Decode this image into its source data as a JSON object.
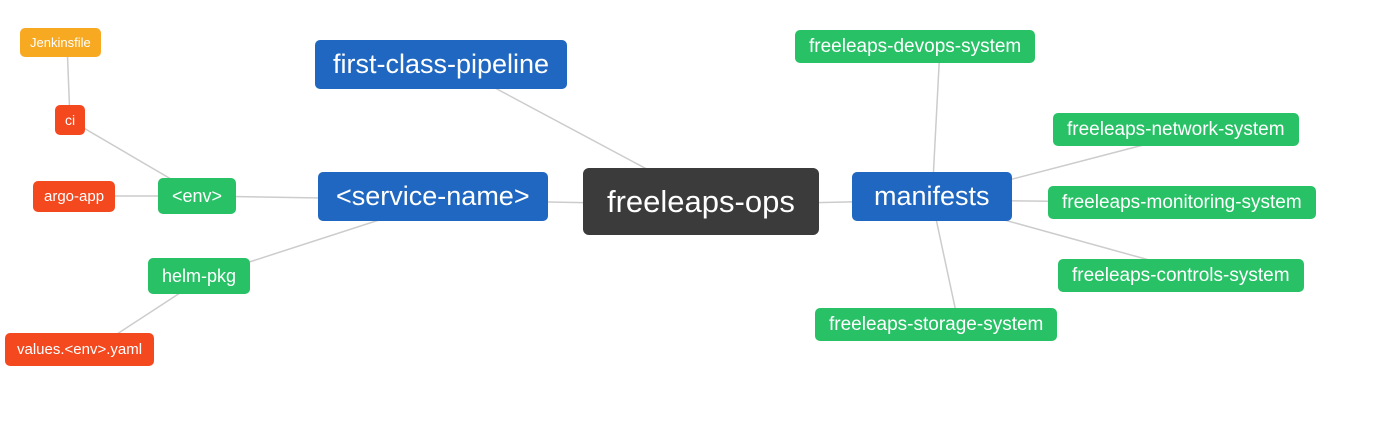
{
  "diagram": {
    "type": "mindmap",
    "root": "freeleaps-ops"
  },
  "palette": {
    "blue": "#1f67c0",
    "green": "#28c166",
    "red": "#f4491f",
    "amber": "#f7a921",
    "dark": "#3b3b3b",
    "edge": "#cccccc"
  },
  "nodes": {
    "jenkinsfile": {
      "label": "Jenkinsfile",
      "color": "#f7a921"
    },
    "ci": {
      "label": "ci",
      "color": "#f4491f"
    },
    "argo_app": {
      "label": "argo-app",
      "color": "#f4491f"
    },
    "env": {
      "label": "<env>",
      "color": "#28c166"
    },
    "helm_pkg": {
      "label": "helm-pkg",
      "color": "#28c166"
    },
    "values_env_yaml": {
      "label": "values.<env>.yaml",
      "color": "#f4491f"
    },
    "first_class_pipeline": {
      "label": "first-class-pipeline",
      "color": "#1f67c0"
    },
    "service_name": {
      "label": "<service-name>",
      "color": "#1f67c0"
    },
    "freeleaps_ops": {
      "label": "freeleaps-ops",
      "color": "#3b3b3b"
    },
    "manifests": {
      "label": "manifests",
      "color": "#1f67c0"
    },
    "devops_system": {
      "label": "freeleaps-devops-system",
      "color": "#28c166"
    },
    "network_system": {
      "label": "freeleaps-network-system",
      "color": "#28c166"
    },
    "monitoring_system": {
      "label": "freeleaps-monitoring-system",
      "color": "#28c166"
    },
    "controls_system": {
      "label": "freeleaps-controls-system",
      "color": "#28c166"
    },
    "storage_system": {
      "label": "freeleaps-storage-system",
      "color": "#28c166"
    }
  },
  "edges": [
    {
      "from": "jenkinsfile",
      "to": "ci"
    },
    {
      "from": "ci",
      "to": "env"
    },
    {
      "from": "argo_app",
      "to": "env"
    },
    {
      "from": "env",
      "to": "service_name"
    },
    {
      "from": "helm_pkg",
      "to": "service_name"
    },
    {
      "from": "values_env_yaml",
      "to": "helm_pkg"
    },
    {
      "from": "first_class_pipeline",
      "to": "freeleaps_ops"
    },
    {
      "from": "service_name",
      "to": "freeleaps_ops"
    },
    {
      "from": "freeleaps_ops",
      "to": "manifests"
    },
    {
      "from": "manifests",
      "to": "devops_system"
    },
    {
      "from": "manifests",
      "to": "network_system"
    },
    {
      "from": "manifests",
      "to": "monitoring_system"
    },
    {
      "from": "manifests",
      "to": "controls_system"
    },
    {
      "from": "manifests",
      "to": "storage_system"
    }
  ]
}
